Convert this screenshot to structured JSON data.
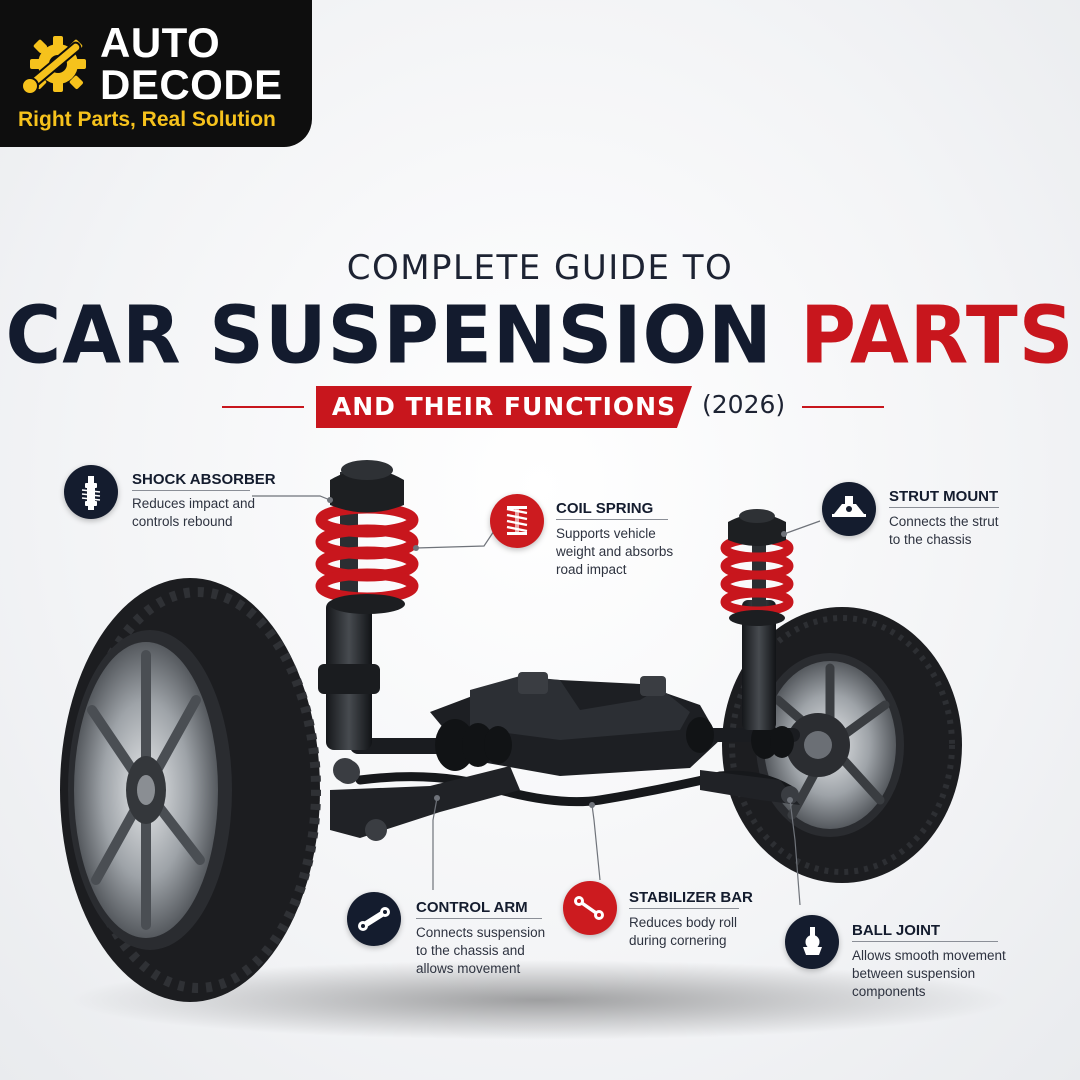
{
  "brand": {
    "line1": "AUTO",
    "line2": "DECODE",
    "tagline": "Right Parts, Real Solution",
    "colors": {
      "accent": "#f6c21c",
      "background": "#0e0e0e"
    },
    "icon": "gear-wrench-icon"
  },
  "header": {
    "kicker": "COMPLETE GUIDE TO",
    "title_main": "CAR SUSPENSION",
    "title_accent": "PARTS",
    "subtitle": "AND THEIR FUNCTIONS",
    "year": "(2026)",
    "colors": {
      "dark": "#131b2e",
      "red": "#c8161d"
    }
  },
  "parts": {
    "shock_absorber": {
      "title": "SHOCK ABSORBER",
      "desc": [
        "Reduces impact and",
        "controls rebound"
      ],
      "icon": "shock-absorber-icon"
    },
    "coil_spring": {
      "title": "COIL SPRING",
      "desc": [
        "Supports vehicle",
        "weight and absorbs",
        "road impact"
      ],
      "icon": "coil-spring-icon"
    },
    "strut_mount": {
      "title": "STRUT MOUNT",
      "desc": [
        "Connects the strut",
        "to the chassis"
      ],
      "icon": "strut-mount-icon"
    },
    "control_arm": {
      "title": "CONTROL ARM",
      "desc": [
        "Connects suspension",
        "to the chassis and",
        "allows movement"
      ],
      "icon": "control-arm-icon"
    },
    "stabilizer_bar": {
      "title": "STABILIZER BAR",
      "desc": [
        "Reduces body roll",
        "during cornering"
      ],
      "icon": "stabilizer-bar-icon"
    },
    "ball_joint": {
      "title": "BALL JOINT",
      "desc": [
        "Allows smooth movement",
        "between suspension",
        "components"
      ],
      "icon": "ball-joint-icon"
    }
  }
}
